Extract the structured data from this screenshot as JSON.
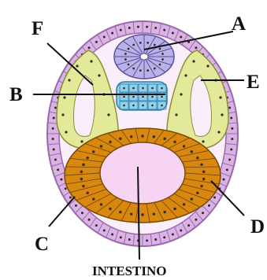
{
  "diagram": {
    "labels": {
      "A": "A",
      "B": "B",
      "C": "C",
      "D": "D",
      "E": "E",
      "F": "F",
      "intestine": "INTESTINO"
    },
    "colors": {
      "ectoderm_fill": "#d9b3e6",
      "ectoderm_outline": "#9a6aa8",
      "lumen": "#fbeefb",
      "neural_tube": "#b9b2e8",
      "notochord": "#8fd0ec",
      "somite": "#e2ea9a",
      "somite_outline": "#8a8f3a",
      "endoderm": "#d8880e",
      "intestine_lumen": "#f7d4f4",
      "nucleus": "#3a2a1a"
    }
  }
}
